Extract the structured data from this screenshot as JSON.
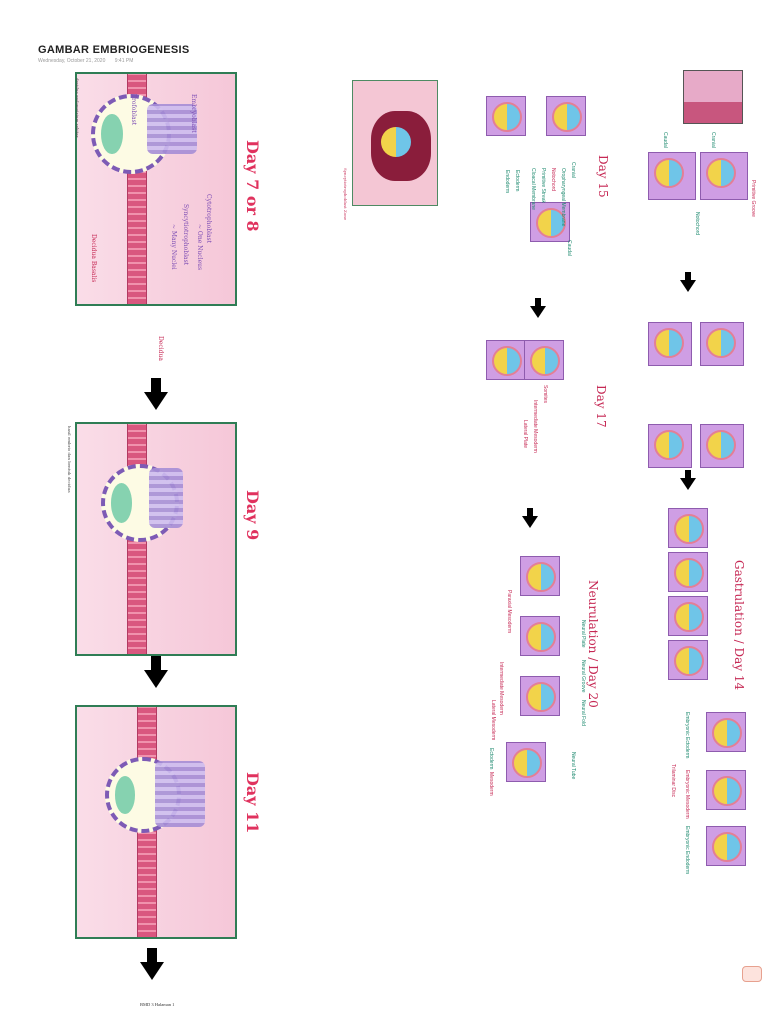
{
  "page": {
    "title": "GAMBAR EMBRIOGENESIS",
    "date": "Wednesday, October 21, 2020",
    "time": "9:41 PM",
    "footer": "BMD 3 Halaman 1"
  },
  "left_column": {
    "panels": [
      {
        "day": "Day 7 or 8",
        "labels": [
          "Embryoblast",
          "Trofoblast",
          "Cytotrophoblast",
          "~ One Nucleus",
          "Syncytiotrophoblast",
          "~ Many Nuclei",
          "Decidua Basalis"
        ]
      },
      {
        "day": "Day 9"
      },
      {
        "day": "Day 11"
      }
    ],
    "bracket_label": "Decidua",
    "notes": [
      "desidua endometrium sekitar",
      "hasil embrio dan bentuk decidua"
    ]
  },
  "middle_column": {
    "diagram_title": "Day 15",
    "stage_2": "Day 17",
    "stage_3": "Neurulation / Day 20",
    "labels_day15": [
      "Cranial",
      "Oropharyngeal Membrane",
      "Notochord",
      "Primitive Streak",
      "Cloacal Membrane",
      "Caudal",
      "Ectoderm",
      "Endoderm"
    ],
    "labels_day17": [
      "Somites",
      "Intermediate Mesoderm",
      "Lateral Plate"
    ],
    "labels_day20": [
      "Neural Plate",
      "Neural Groove",
      "Neural Fold",
      "Neural Tube",
      "Paraxial Mesoderm",
      "Intermediate Mesoderm",
      "Lateral Mesoderm",
      "Ectoderm",
      "Mesoderm"
    ],
    "microscope_caption": "Syncytiotrophoblast Zone"
  },
  "right_column": {
    "top_labels": [
      "Cranial",
      "Caudal",
      "Notochord",
      "Primitive Groove"
    ],
    "gastrulation_title": "Gastrulation / Day 14",
    "layers": [
      "Embryonic Ectoderm",
      "Embryonic Mesoderm",
      "Embryonic Endoderm",
      "Trilaminar Disc"
    ]
  }
}
